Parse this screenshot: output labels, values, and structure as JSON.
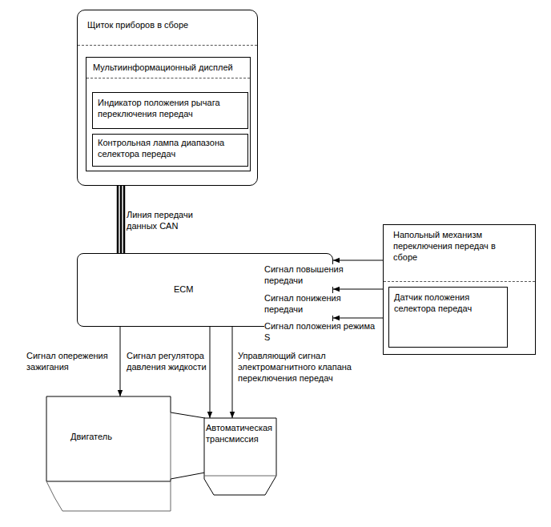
{
  "diagram": {
    "nodes": [
      {
        "text": [
          "Щиток приборов в сборе"
        ]
      },
      {
        "text": [
          "Мультиинформационный дисплей"
        ],
        "in": 0
      },
      {
        "text": [
          "Индикатор положения рычага переключения передач"
        ],
        "in": 1
      },
      {
        "text": [
          "Контрольная лампа диапазона селектора передач"
        ],
        "in": 1
      },
      {
        "text": [
          "ECM"
        ]
      },
      {
        "text": [
          "Напольный механизм переключения передач в сборе"
        ]
      },
      {
        "text": [
          "Датчик положения селектора передач"
        ],
        "in": 5
      },
      {
        "text": [
          "Двигатель"
        ]
      },
      {
        "text": [
          "Автоматическая трансмиссия"
        ]
      }
    ],
    "edges": [
      {
        "from": 0,
        "to": 4,
        "label": "Линия передачи данных CAN",
        "arrow": "none"
      },
      {
        "from": 5,
        "to": 4,
        "label": "Сигнал повышения передачи",
        "arrow": "to"
      },
      {
        "from": 5,
        "to": 4,
        "label": "Сигнал понижения передачи",
        "arrow": "to"
      },
      {
        "from": 5,
        "to": 4,
        "label": "Сигнал положения режима S",
        "arrow": "to"
      },
      {
        "from": 4,
        "to": 7,
        "label": "Сигнал опережения зажигания",
        "arrow": "to"
      },
      {
        "from": 4,
        "to": 8,
        "label": "Сигнал регулятора давления жидкости",
        "arrow": "to"
      },
      {
        "from": 4,
        "to": 8,
        "label": "Управляющий сигнал электромагнитного клапана переключения передач",
        "arrow": "to"
      }
    ]
  }
}
